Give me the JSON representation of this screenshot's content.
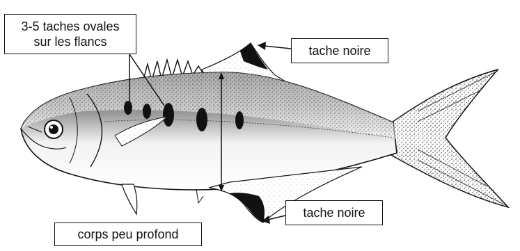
{
  "labels": {
    "spots_line1": "3-5 taches ovales",
    "spots_line2": "sur les flancs",
    "dorsal_spot": "tache noire",
    "anal_spot": "tache noire",
    "body": "corps peu profond"
  },
  "illustration": {
    "subject": "fish line drawing",
    "stroke_color": "#111111",
    "background_color": "#ffffff",
    "shaded_color": "#5a5a5a"
  }
}
